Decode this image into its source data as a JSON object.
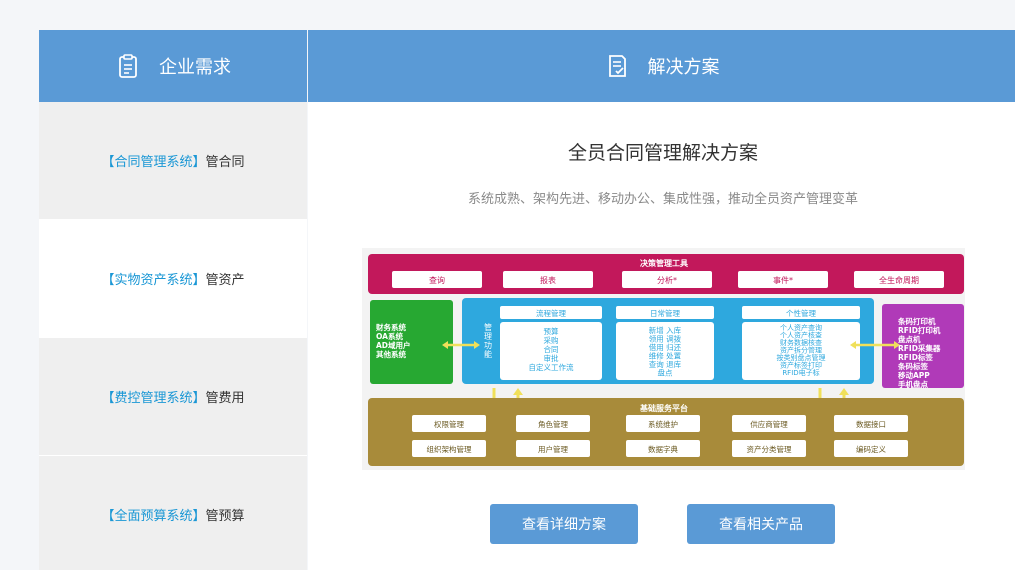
{
  "header": {
    "left_title": "企业需求",
    "right_title": "解决方案"
  },
  "sidebar": {
    "items": [
      {
        "highlight": "【合同管理系统】",
        "label": "管合同"
      },
      {
        "highlight": "【实物资产系统】",
        "label": "管资产"
      },
      {
        "highlight": "【费控管理系统】",
        "label": "管费用"
      },
      {
        "highlight": "【全面预算系统】",
        "label": "管预算"
      }
    ]
  },
  "solution": {
    "title": "全员合同管理解决方案",
    "subtitle": "系统成熟、架构先进、移动办公、集成性强，推动全员资产管理变革",
    "buttons": {
      "detail": "查看详细方案",
      "products": "查看相关产品"
    }
  },
  "diagram": {
    "top_title": "决策管理工具",
    "top_items": [
      "查询",
      "报表",
      "分析*",
      "事件*",
      "全生命周期"
    ],
    "left_box": [
      "财务系统",
      "OA系统",
      "AD域用户",
      "其他系统"
    ],
    "center_label": [
      "管",
      "理",
      "功",
      "能"
    ],
    "col_titles": [
      "流程管理",
      "日常管理",
      "个性管理"
    ],
    "col1": [
      "预算",
      "采购",
      "合同",
      "审批",
      "自定义工作流"
    ],
    "col2": [
      "新增  入库",
      "领用  调拨",
      "借用  归还",
      "维修  处置",
      "查询  退库",
      "盘点"
    ],
    "col3": [
      "个人资产查询",
      "个人资产核查",
      "财务数据核查",
      "资产拆分管理",
      "按类别盘点管理",
      "资产标签打印",
      "RFID电子标"
    ],
    "right_box": [
      "条码打印机",
      "RFID打印机",
      "盘点机",
      "RFID采集器",
      "RFID标签",
      "条码标签",
      "移动APP",
      "手机盘点"
    ],
    "bottom_title": "基础服务平台",
    "bottom_row1": [
      "权限管理",
      "角色管理",
      "系统维护",
      "供应商管理",
      "数据接口"
    ],
    "bottom_row2": [
      "组织架构管理",
      "用户管理",
      "数据字典",
      "资产分类管理",
      "编码定义"
    ],
    "colors": {
      "top": "#c2185b",
      "left": "#27a832",
      "center": "#2ea8de",
      "right": "#b03ab8",
      "bottom": "#a88b3a",
      "arrow": "#f0e05a"
    }
  },
  "colors": {
    "header_bg": "#5a9ad6",
    "highlight": "#1a97d5",
    "button": "#5a9ad6"
  }
}
